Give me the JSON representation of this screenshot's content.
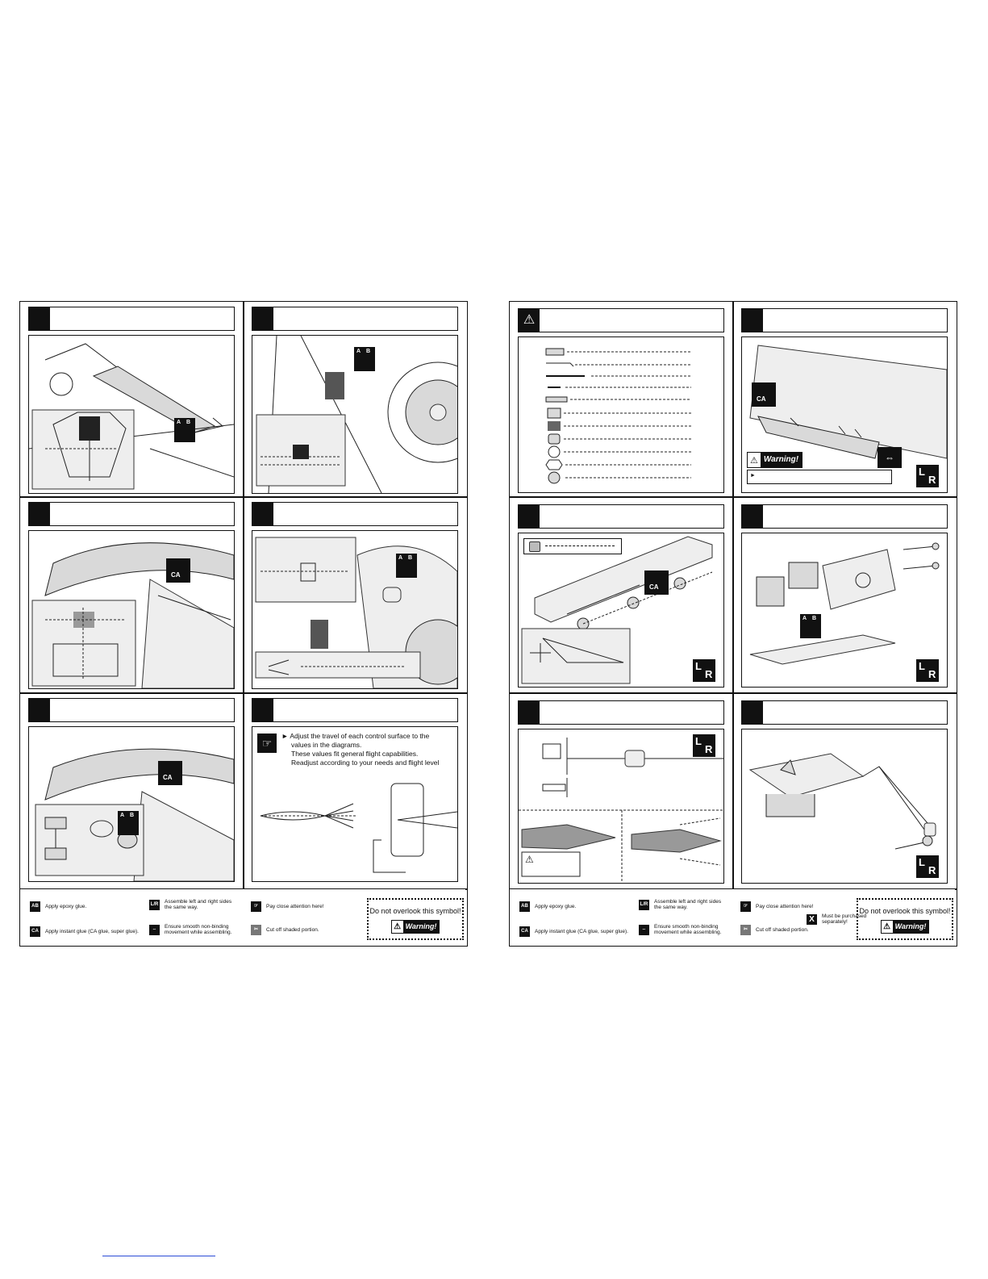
{
  "note": {
    "line1": "Adjust the travel of each control surface to the",
    "line2": "values in the diagrams.",
    "line3": "These values fit general flight capabilities.",
    "line4": "Readjust according to your needs and flight level"
  },
  "legend_left": {
    "epoxy": "Apply epoxy glue.",
    "ca": "Apply instant glue (CA glue, super glue).",
    "lr1": "Assemble left and right sides",
    "lr2": "the same way.",
    "smooth1": "Ensure smooth non-binding",
    "smooth2": "movement while assembling.",
    "attention": "Pay close attention here!",
    "cut": "Cut off shaded portion.",
    "do_not_overlook": "Do not overlook this symbol!",
    "warning": "Warning!"
  },
  "legend_right": {
    "epoxy": "Apply epoxy glue.",
    "ca": "Apply instant glue (CA glue, super glue).",
    "lr1": "Assemble left and right sides",
    "lr2": "the same way.",
    "smooth1": "Ensure smooth non-binding",
    "smooth2": "movement while assembling.",
    "attention": "Pay close attention here!",
    "cut": "Cut off shaded portion.",
    "purchase1": "Must be purchased",
    "purchase2": "separately!",
    "do_not_overlook": "Do not overlook this symbol!",
    "warning": "Warning!"
  },
  "badges": {
    "ab_a": "A",
    "ab_b": "B",
    "ca": "CA",
    "lr_l": "L",
    "lr_r": "R",
    "warning": "Warning!",
    "x": "X"
  },
  "colors": {
    "ink": "#111111",
    "fill": "#d9d9d9",
    "link": "#2b4bd6"
  }
}
